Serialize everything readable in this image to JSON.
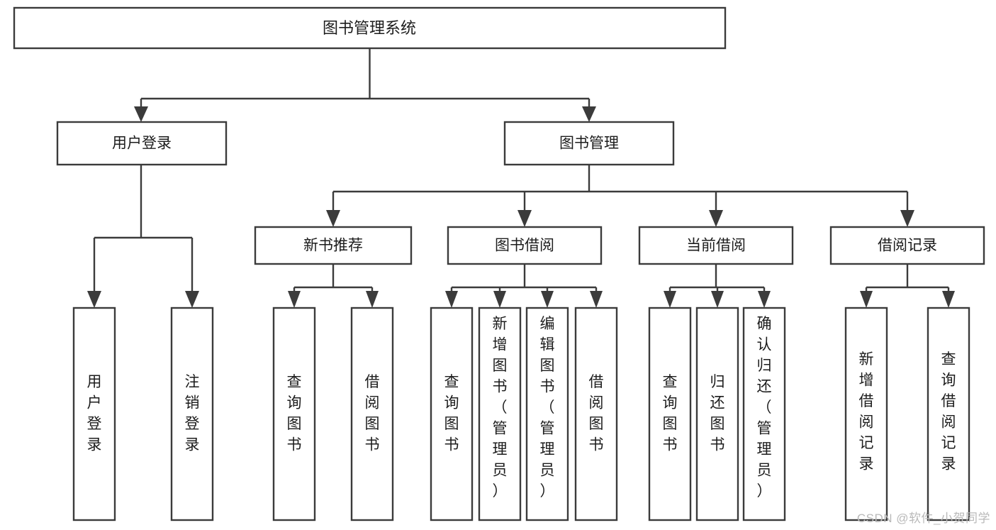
{
  "diagram": {
    "type": "tree",
    "title": "图书管理系统",
    "orientation": "top-down",
    "colors": {
      "box_stroke": "#3b3b3b",
      "box_fill": "#ffffff",
      "connector": "#3b3b3b",
      "text": "#1c1c1c",
      "background": "#ffffff",
      "watermark": "#b9b9b9"
    },
    "levels": {
      "root_label": "图书管理系统",
      "level2": [
        "用户登录",
        "图书管理"
      ],
      "level3": [
        "新书推荐",
        "图书借阅",
        "当前借阅",
        "借阅记录"
      ]
    },
    "nodes": {
      "root": {
        "label": "图书管理系统",
        "orientation": "horizontal"
      },
      "user_login": {
        "label": "用户登录",
        "orientation": "horizontal"
      },
      "book_manage": {
        "label": "图书管理",
        "orientation": "horizontal"
      },
      "new_book_rec": {
        "label": "新书推荐",
        "orientation": "horizontal"
      },
      "book_borrow": {
        "label": "图书借阅",
        "orientation": "horizontal"
      },
      "current_borrow": {
        "label": "当前借阅",
        "orientation": "horizontal"
      },
      "borrow_record": {
        "label": "借阅记录",
        "orientation": "horizontal"
      },
      "leaf_user_login": {
        "label": "用户登录",
        "orientation": "vertical"
      },
      "leaf_user_logout": {
        "label": "注销登录",
        "orientation": "vertical"
      },
      "leaf_rec_query": {
        "label": "查询图书",
        "orientation": "vertical"
      },
      "leaf_rec_borrow": {
        "label": "借阅图书",
        "orientation": "vertical"
      },
      "leaf_borrow_query": {
        "label": "查询图书",
        "orientation": "vertical"
      },
      "leaf_borrow_add": {
        "label": "新增图书（管理员）",
        "orientation": "vertical"
      },
      "leaf_borrow_edit": {
        "label": "编辑图书（管理员）",
        "orientation": "vertical"
      },
      "leaf_borrow_do": {
        "label": "借阅图书",
        "orientation": "vertical"
      },
      "leaf_cur_query": {
        "label": "查询图书",
        "orientation": "vertical"
      },
      "leaf_cur_return": {
        "label": "归还图书",
        "orientation": "vertical"
      },
      "leaf_cur_confirm": {
        "label": "确认归还（管理员）",
        "orientation": "vertical"
      },
      "leaf_rec_add": {
        "label": "新增借阅记录",
        "orientation": "vertical"
      },
      "leaf_rec_query2": {
        "label": "查询借阅记录",
        "orientation": "vertical"
      }
    },
    "edges": [
      {
        "from": "图书管理系统",
        "to": "用户登录"
      },
      {
        "from": "图书管理系统",
        "to": "图书管理"
      },
      {
        "from": "用户登录",
        "to": "用户登录"
      },
      {
        "from": "用户登录",
        "to": "注销登录"
      },
      {
        "from": "图书管理",
        "to": "新书推荐"
      },
      {
        "from": "图书管理",
        "to": "图书借阅"
      },
      {
        "from": "图书管理",
        "to": "当前借阅"
      },
      {
        "from": "图书管理",
        "to": "借阅记录"
      },
      {
        "from": "新书推荐",
        "to": "查询图书"
      },
      {
        "from": "新书推荐",
        "to": "借阅图书"
      },
      {
        "from": "图书借阅",
        "to": "查询图书"
      },
      {
        "from": "图书借阅",
        "to": "新增图书（管理员）"
      },
      {
        "from": "图书借阅",
        "to": "编辑图书（管理员）"
      },
      {
        "from": "图书借阅",
        "to": "借阅图书"
      },
      {
        "from": "当前借阅",
        "to": "查询图书"
      },
      {
        "from": "当前借阅",
        "to": "归还图书"
      },
      {
        "from": "当前借阅",
        "to": "确认归还（管理员）"
      },
      {
        "from": "借阅记录",
        "to": "新增借阅记录"
      },
      {
        "from": "借阅记录",
        "to": "查询借阅记录"
      }
    ]
  },
  "watermark": {
    "text": "CSDN @软件_小贺同学"
  }
}
